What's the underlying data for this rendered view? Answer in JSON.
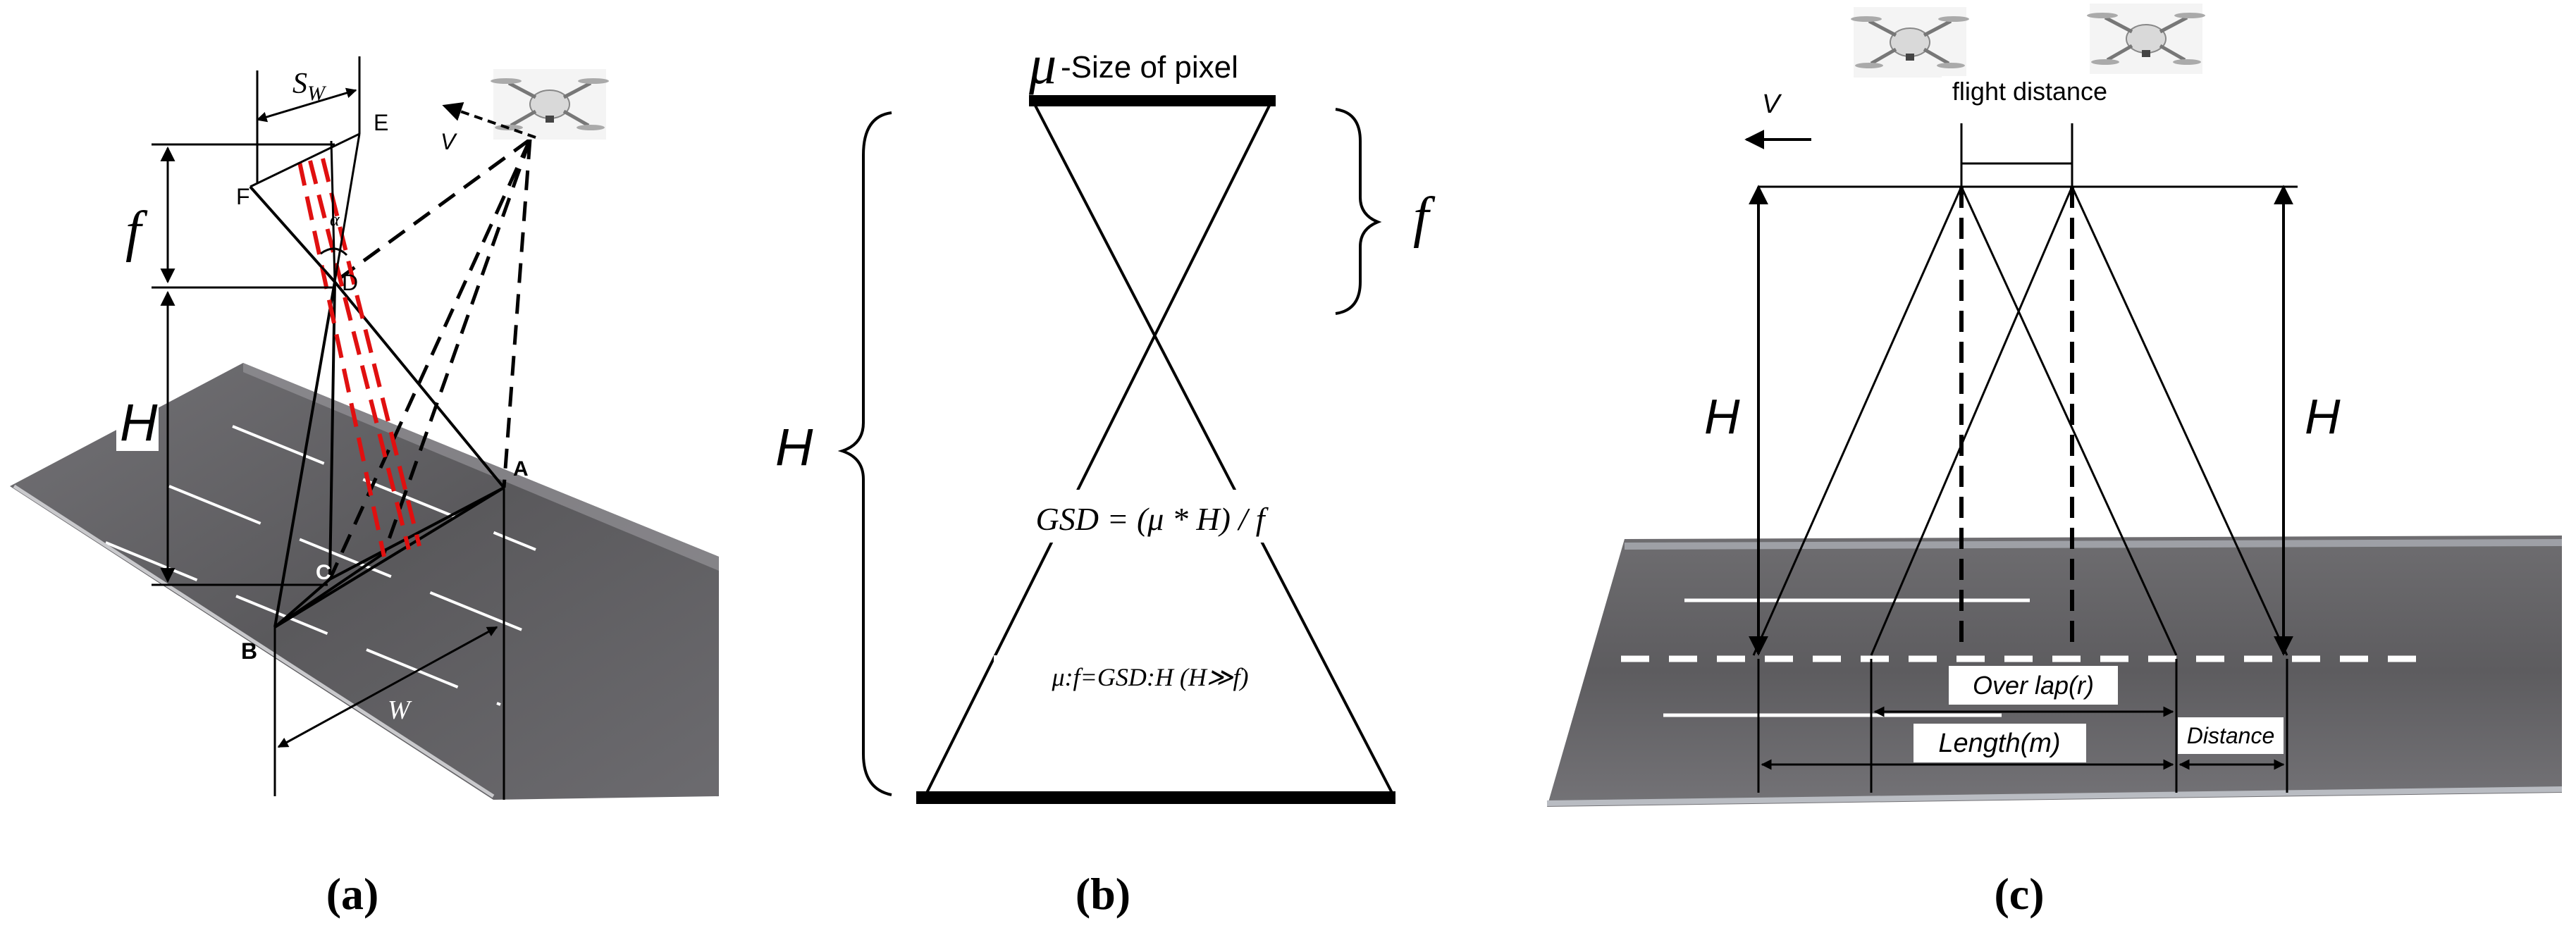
{
  "panel_a": {
    "caption": "(a)",
    "labels": {
      "sw": "S",
      "sw_sub": "W",
      "e": "E",
      "v": "V",
      "f": "f",
      "point_f": "F",
      "alpha": "α",
      "d": "D",
      "h": "H",
      "a": "A",
      "c": "C",
      "b": "B",
      "w": "W"
    }
  },
  "panel_b": {
    "caption": "(b)",
    "mu": "μ",
    "mu_text": "-Size of pixel",
    "f": "f",
    "h": "H",
    "formula": "GSD = (μ * H) / f",
    "ratio": "μ:f=GSD:H (H≫f)"
  },
  "panel_c": {
    "caption": "(c)",
    "v": "V",
    "flight_distance": "flight distance",
    "h_left": "H",
    "h_right": "H",
    "overlap": "Over lap(r)",
    "length": "Length(m)",
    "distance": "Distance"
  },
  "colors": {
    "line": "#000000",
    "red_dash": "#e01010",
    "road_dark": "#5b5a5c",
    "road_light": "#8f8e92",
    "lane_white": "#ffffff"
  },
  "icons": [
    "drone-icon",
    "road-surface-image"
  ]
}
